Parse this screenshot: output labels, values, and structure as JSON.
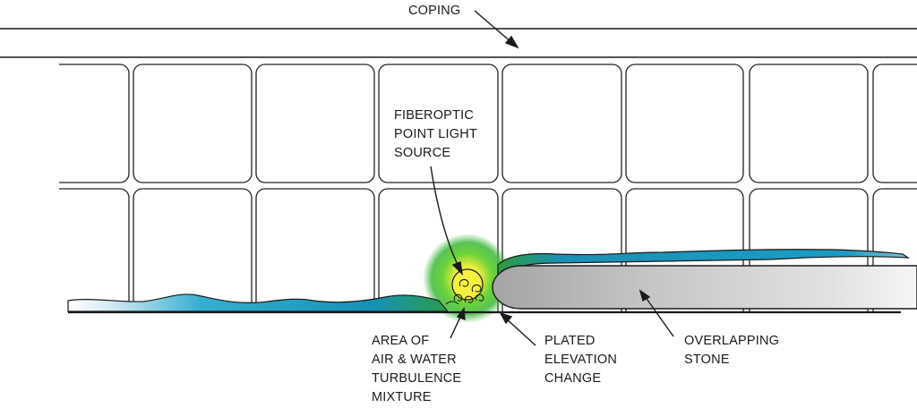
{
  "labels": {
    "coping": "COPING",
    "light_source": [
      "FIBEROPTIC",
      "POINT LIGHT",
      "SOURCE"
    ],
    "turbulence": [
      "AREA OF",
      "AIR & WATER",
      "TURBULENCE",
      "MIXTURE"
    ],
    "elevation": [
      "PLATED",
      "ELEVATION",
      "CHANGE"
    ],
    "stone": [
      "OVERLAPPING",
      "STONE"
    ]
  },
  "colors": {
    "line": "#1a1a1a",
    "tile_stroke": "#222222",
    "water": "#1ba3c9",
    "water_green": "#2f9a3a",
    "glow": "#5fd13c",
    "light_core": "#f3ef3a",
    "stone_light": "#e9e9e9",
    "stone_dark": "#a9a9a9"
  }
}
